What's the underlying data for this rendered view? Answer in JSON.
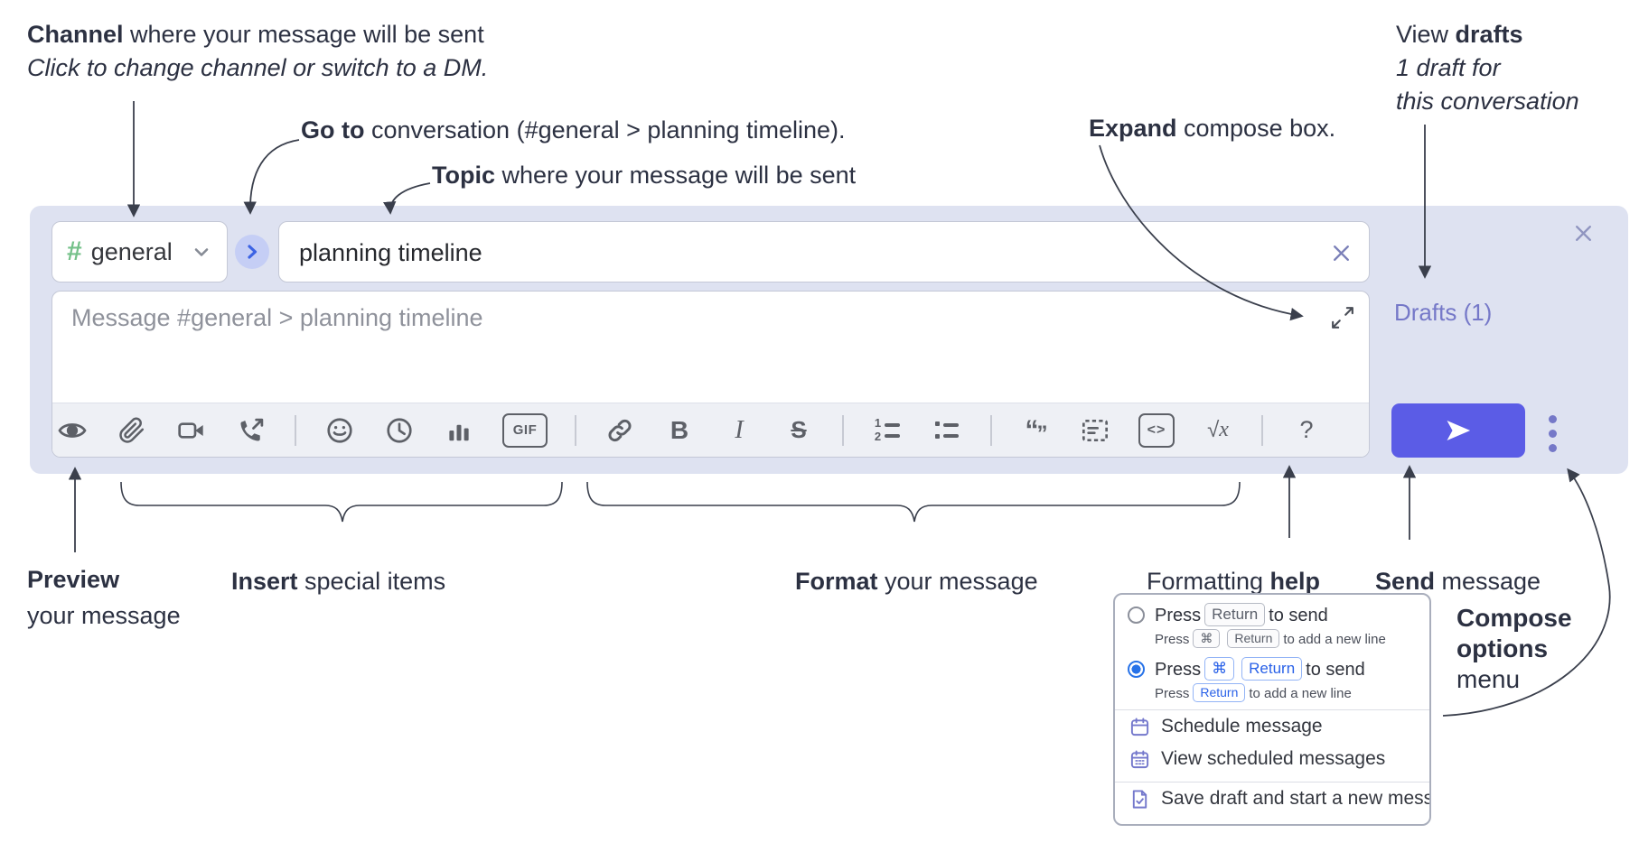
{
  "annotations": {
    "channel": {
      "bold": "Channel",
      "rest": " where your message will be sent",
      "sub": "Click to change channel or switch to a DM."
    },
    "goto": {
      "bold": "Go to",
      "rest": " conversation (#general > planning timeline)."
    },
    "topic": {
      "bold": "Topic",
      "rest": " where your message will be sent"
    },
    "expand": {
      "bold": "Expand",
      "rest": " compose box."
    },
    "drafts": {
      "pre": "View ",
      "bold": "drafts",
      "line2": "1 draft for",
      "line3": "this conversation"
    },
    "preview": {
      "bold": "Preview",
      "line2": "your message"
    },
    "insert": {
      "bold": "Insert",
      "rest": " special items"
    },
    "format": {
      "bold": "Format",
      "rest": " your message"
    },
    "formatting_help": {
      "pre": "Formatting ",
      "bold": "help"
    },
    "send": {
      "bold": "Send",
      "rest": " message"
    },
    "compose_options": {
      "line1": "Compose",
      "line2": "options",
      "line3": "menu"
    }
  },
  "compose": {
    "channel_selector": {
      "hash": "#",
      "label": "general"
    },
    "topic_input": {
      "value": "planning timeline"
    },
    "message_input": {
      "placeholder": "Message #general > planning timeline"
    },
    "drafts_link": "Drafts (1)",
    "toolbar_glyphs": {
      "gif": "GIF",
      "bold": "B",
      "italic": "I",
      "strike": "S",
      "ol1": "1",
      "ol2": "2",
      "quote_open": "“",
      "quote_close": "”",
      "code": "<>",
      "math_root": "√",
      "math_x": "x",
      "help": "?"
    }
  },
  "options_menu": {
    "option1": {
      "press": "Press",
      "key_return": "Return",
      "to_send": "to send",
      "sub_press": "Press",
      "sub_key_cmd": "⌘",
      "sub_key_return": "Return",
      "sub_tail": "to add a new line"
    },
    "option2": {
      "press": "Press",
      "key_cmd": "⌘",
      "key_return": "Return",
      "to_send": "to send",
      "sub_press": "Press",
      "sub_key_return": "Return",
      "sub_tail": "to add a new line"
    },
    "items": [
      {
        "label": "Schedule message"
      },
      {
        "label": "View scheduled messages"
      },
      {
        "label": "Save draft and start a new message"
      }
    ]
  },
  "colors": {
    "send_button": "#5b5ce6",
    "accent_purple": "#7578c8",
    "radio_selected": "#2772e8",
    "hash_green": "#74c189"
  }
}
